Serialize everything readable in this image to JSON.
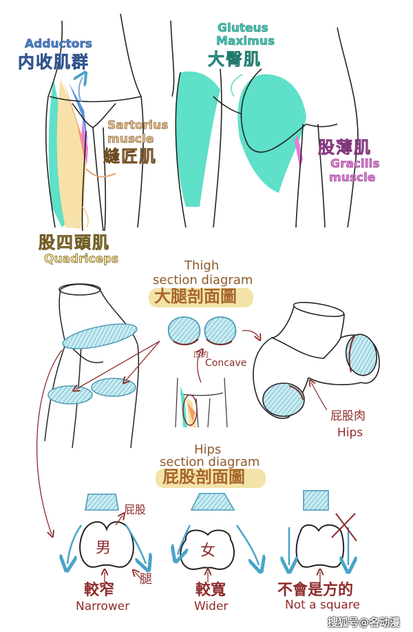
{
  "top_left_panel": {
    "adductors": {
      "en": "Adductors",
      "zh": "内收肌群"
    },
    "sartorius": {
      "en_line1": "Sartorius",
      "en_line2": "muscle",
      "zh": "縫匠肌"
    },
    "quadriceps": {
      "zh": "股四頭肌",
      "en": "Quadriceps"
    }
  },
  "top_right_panel": {
    "gluteus": {
      "en_line1": "Gluteus",
      "en_line2": "Maximus",
      "zh": "大臀肌"
    },
    "gracilis": {
      "zh": "股薄肌",
      "en_line1": "Gracilis",
      "en_line2": "muscle"
    }
  },
  "thigh_section": {
    "title_en_line1": "Thigh",
    "title_en_line2": "section diagram",
    "title_zh": "大腿剖面圖",
    "concave_zh": "凹的",
    "concave_en": "Concave",
    "hips_zh": "屁股肉",
    "hips_en": "Hips"
  },
  "hips_section": {
    "title_en_line1": "Hips",
    "title_en_line2": "section diagram",
    "title_zh": "屁股剖面圖",
    "male": {
      "symbol": "男",
      "butt_label": "屁股",
      "leg_label": "腿",
      "zh": "較窄",
      "en": "Narrower"
    },
    "female": {
      "symbol": "女",
      "zh": "較寬",
      "en": "Wider"
    },
    "square": {
      "zh": "不會是方的",
      "en": "Not a square"
    }
  },
  "watermark": "搜狐号@名动漫",
  "colors": {
    "adductors": "#5b8fd9",
    "sartorius": "#f0a063",
    "quadriceps": "#f8e1a8",
    "gluteus": "#5fe0c8",
    "gracilis": "#e87ad8",
    "section_fill": "#a8dce8",
    "section_stroke": "#4a9ab8",
    "arrow_red": "#8e2a2a",
    "arrow_blue": "#4aa3c8"
  }
}
